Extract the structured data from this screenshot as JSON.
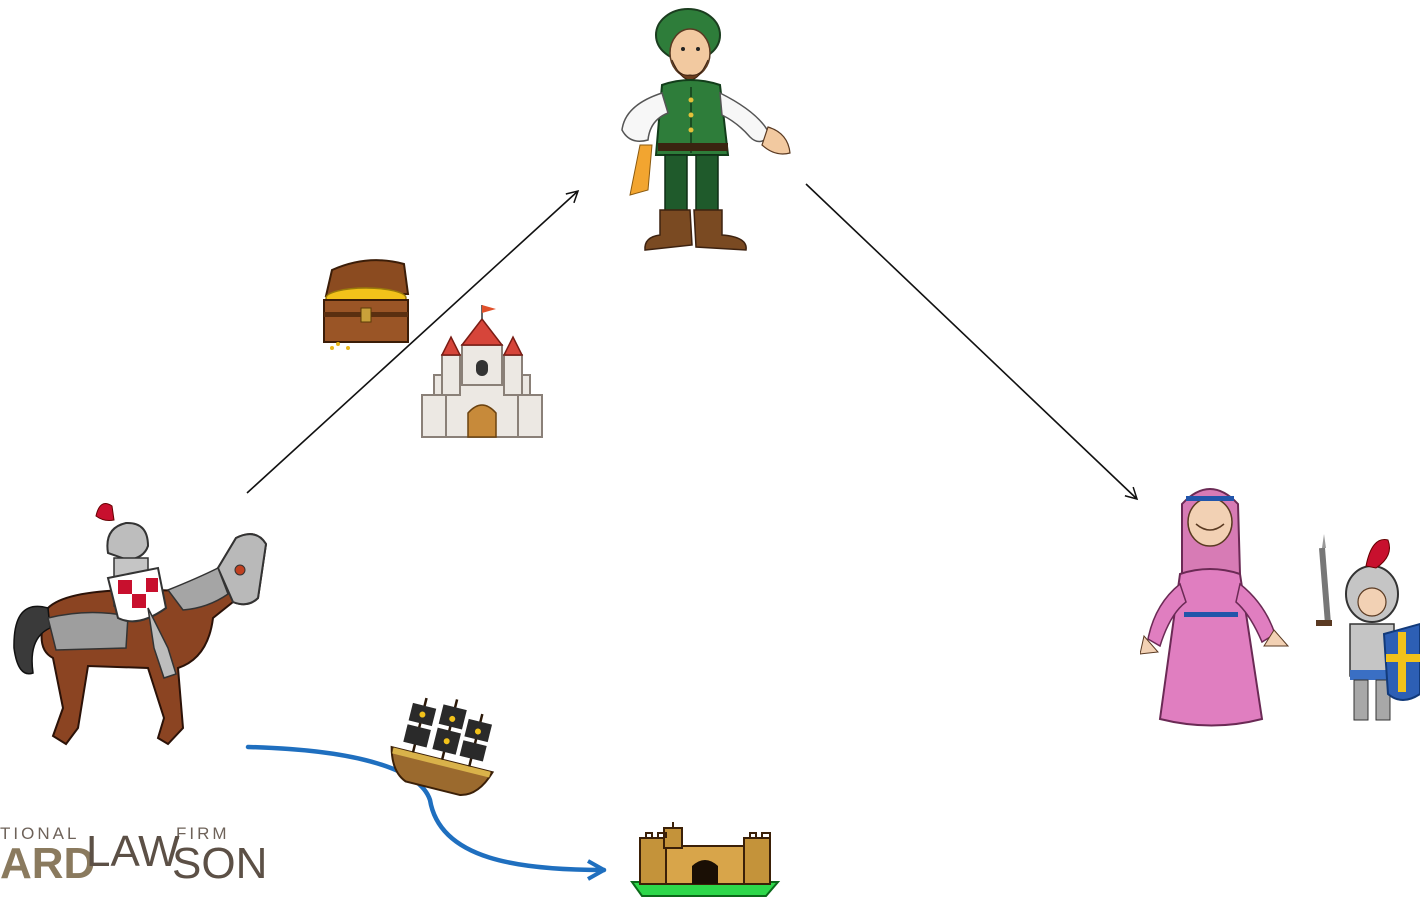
{
  "logo": {
    "national": "TIONAL",
    "firm": "FIRM",
    "left": "ARD",
    "law": "LAW",
    "son": "SON"
  },
  "colors": {
    "arrow_black": "#111111",
    "arrow_blue": "#1f6fbf",
    "logo_dark": "#5c5046",
    "logo_gold": "#8a7a5e"
  },
  "figures": [
    {
      "name": "merchant",
      "description_icon": "bearded-merchant-figure"
    },
    {
      "name": "knight-on-horse",
      "description_icon": "knight-on-horse-figure"
    },
    {
      "name": "lady-and-child-knight",
      "description_icon": "lady-and-child-knight-figure"
    },
    {
      "name": "treasure-chest",
      "description_icon": "treasure-chest-icon"
    },
    {
      "name": "castle",
      "description_icon": "castle-icon"
    },
    {
      "name": "ship",
      "description_icon": "ship-icon"
    },
    {
      "name": "fortress",
      "description_icon": "fortress-icon"
    }
  ]
}
